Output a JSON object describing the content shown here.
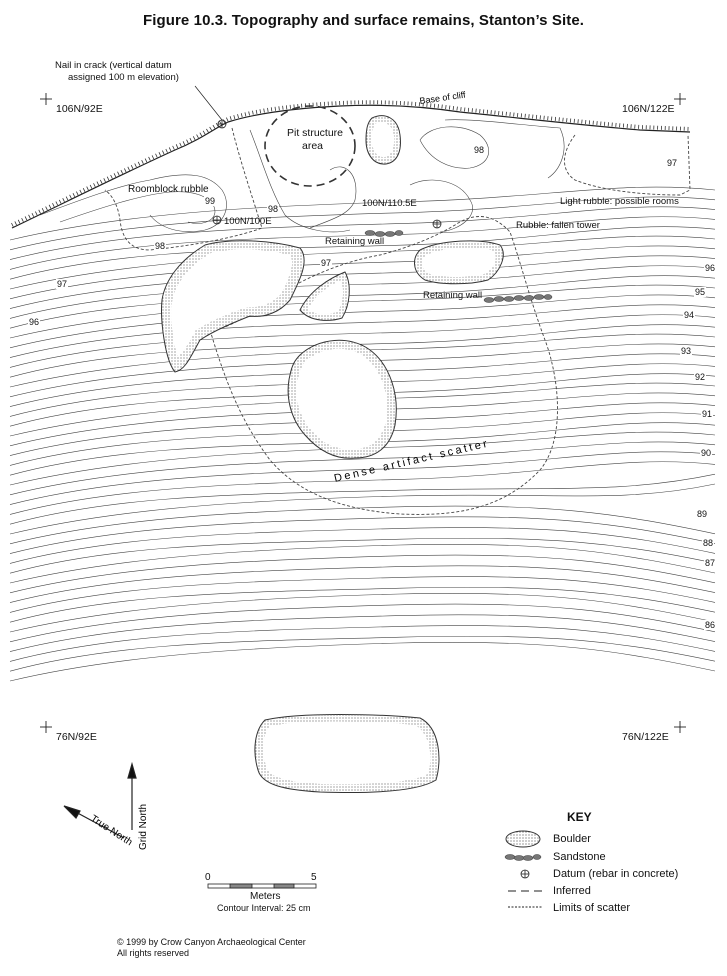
{
  "title": "Figure 10.3.  Topography and surface remains, Stanton’s Site.",
  "corners": {
    "nw": "106N/92E",
    "ne": "106N/122E",
    "sw": "76N/92E",
    "se": "76N/122E"
  },
  "labels": {
    "nail": "Nail in crack (vertical datum",
    "nail2": "assigned 100 m elevation)",
    "base_cliff": "Base of cliff",
    "pit": "Pit structure",
    "pit2": "area",
    "roomblock": "Roomblock rubble",
    "datum_100_100": "100N/100E",
    "datum_100_110": "100N/110.5E",
    "light_rubble": "Light rubble: possible rooms",
    "rubble_tower": "Rubble: fallen tower",
    "retaining_wall_1": "Retaining wall",
    "retaining_wall_2": "Retaining wall",
    "dense_scatter": "Dense artifact scatter"
  },
  "contours": {
    "c99": "99",
    "c98a": "98",
    "c98b": "98",
    "c98c": "98",
    "c97a": "97",
    "c97b": "97",
    "c97c": "97",
    "c96a": "96",
    "c96b": "96",
    "c95": "95",
    "c94": "94",
    "c93": "93",
    "c92": "92",
    "c91": "91",
    "c90": "90",
    "c89": "89",
    "c88": "88",
    "c87": "87",
    "c86": "86"
  },
  "north": {
    "grid": "Grid North",
    "true": "True North"
  },
  "scale": {
    "zero": "0",
    "five": "5",
    "unit": "Meters",
    "interval": "Contour Interval: 25 cm"
  },
  "key": {
    "title": "KEY",
    "boulder": "Boulder",
    "sandstone": "Sandstone",
    "datum": "Datum (rebar in concrete)",
    "inferred": "Inferred",
    "limits": "Limits of scatter"
  },
  "copyright": {
    "line1": "© 1999 by Crow Canyon Archaeological Center",
    "line2": "All rights reserved"
  }
}
